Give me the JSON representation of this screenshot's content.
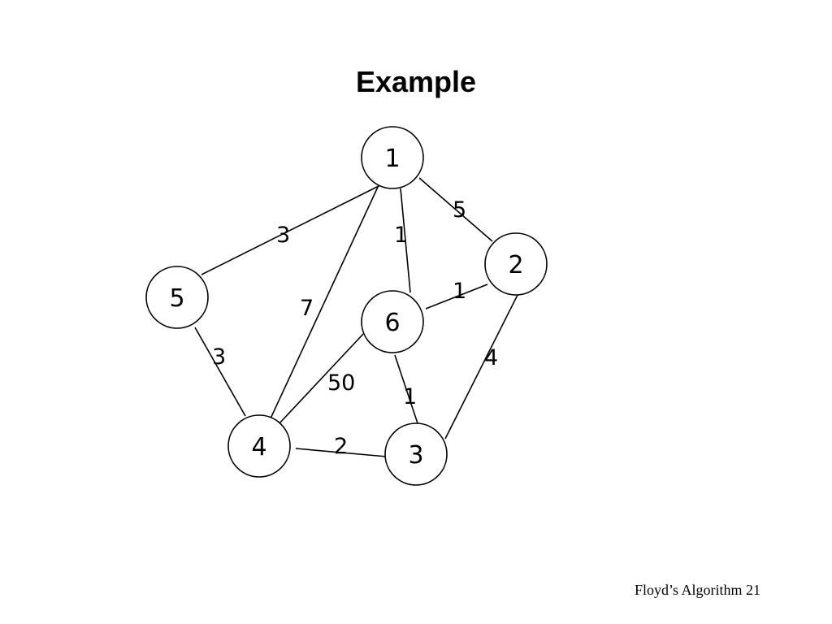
{
  "slide": {
    "title": "Example",
    "footer": "Floyd’s Algorithm 21"
  },
  "graph": {
    "nodes": [
      {
        "id": "1",
        "label": "1"
      },
      {
        "id": "2",
        "label": "2"
      },
      {
        "id": "3",
        "label": "3"
      },
      {
        "id": "4",
        "label": "4"
      },
      {
        "id": "5",
        "label": "5"
      },
      {
        "id": "6",
        "label": "6"
      }
    ],
    "edges": [
      {
        "from": "1",
        "to": "2",
        "weight": "5"
      },
      {
        "from": "1",
        "to": "5",
        "weight": "3"
      },
      {
        "from": "1",
        "to": "6",
        "weight": "1"
      },
      {
        "from": "1",
        "to": "4",
        "weight": "7"
      },
      {
        "from": "6",
        "to": "2",
        "weight": "1"
      },
      {
        "from": "5",
        "to": "4",
        "weight": "3"
      },
      {
        "from": "6",
        "to": "4",
        "weight": "50"
      },
      {
        "from": "6",
        "to": "3",
        "weight": "1"
      },
      {
        "from": "2",
        "to": "3",
        "weight": "4"
      },
      {
        "from": "4",
        "to": "3",
        "weight": "2"
      }
    ]
  }
}
